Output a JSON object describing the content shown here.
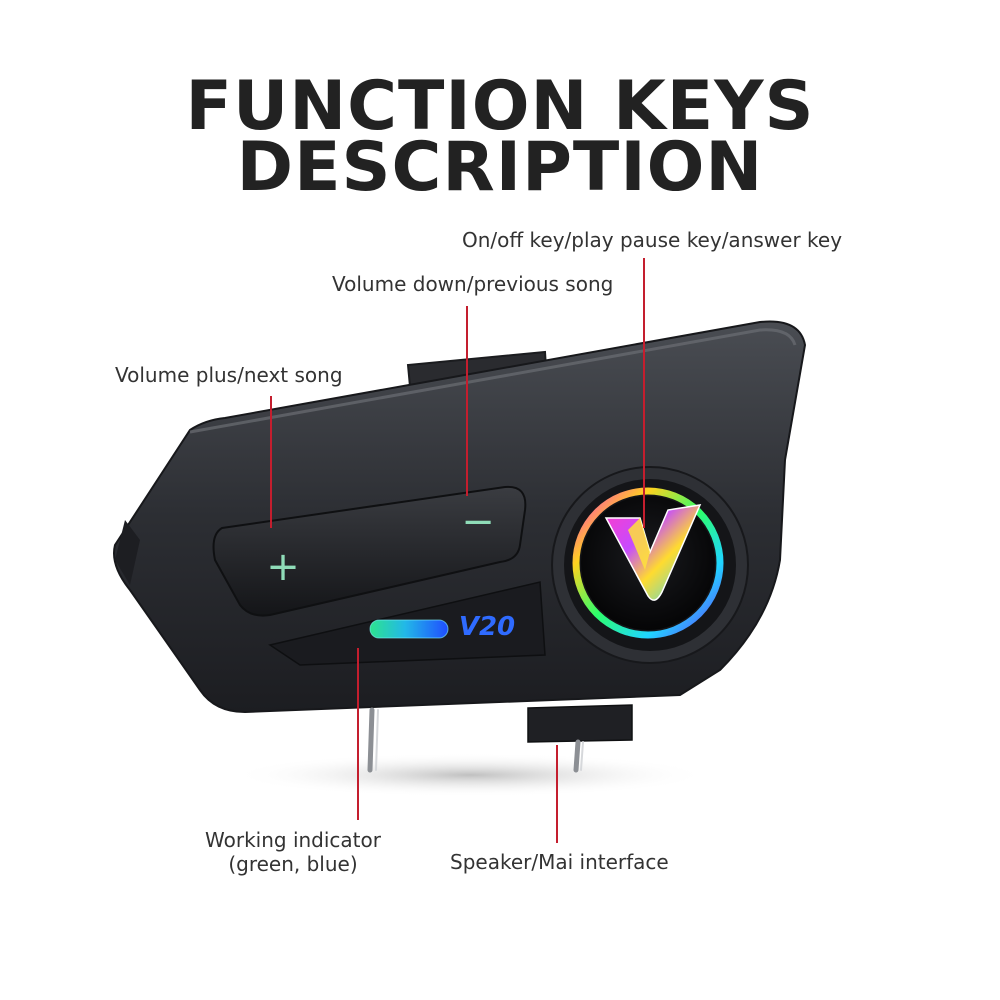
{
  "title": {
    "line1": "FUNCTION KEYS",
    "line2": "DESCRIPTION"
  },
  "callouts": {
    "power": "On/off key/play pause key/answer key",
    "volume_down": "Volume down/previous song",
    "volume_plus": "Volume plus/next song",
    "indicator_line1": "Working indicator",
    "indicator_line2": "(green, blue)",
    "speaker": "Speaker/Mai interface"
  },
  "device": {
    "model": "V20",
    "plus_symbol": "+",
    "minus_symbol": "−"
  },
  "colors": {
    "leader_line": "#c41e2e",
    "body": "#2b2d31",
    "indicator_green": "#2de38f",
    "indicator_blue": "#1f6dff"
  }
}
